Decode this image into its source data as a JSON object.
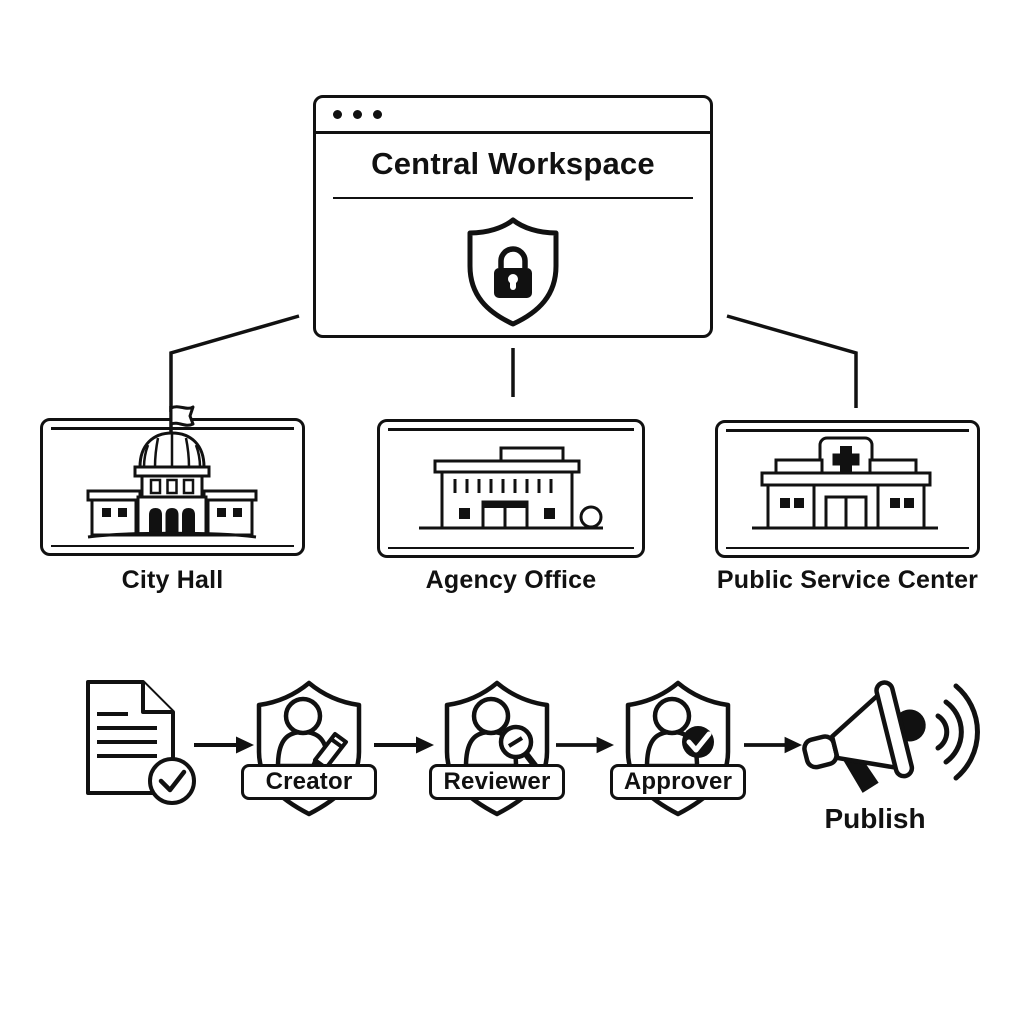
{
  "palette": {
    "ink": "#111111",
    "background": "#ffffff"
  },
  "workspace_window": {
    "title": "Central Workspace",
    "dots": 3,
    "icon": "shield-lock-icon"
  },
  "branches": [
    {
      "label": "City Hall",
      "icon": "city-hall-building-icon"
    },
    {
      "label": "Agency Office",
      "icon": "agency-office-building-icon"
    },
    {
      "label": "Public Service Center",
      "icon": "public-service-center-building-icon"
    }
  ],
  "workflow": {
    "document_icon": "document-check-icon",
    "arrow_icon": "arrow-right-icon",
    "roles": [
      {
        "label": "Creator",
        "icon": "person-pencil-badge-icon"
      },
      {
        "label": "Reviewer",
        "icon": "person-magnifier-badge-icon"
      },
      {
        "label": "Approver",
        "icon": "person-check-badge-icon"
      }
    ],
    "publish": {
      "label": "Publish",
      "icon": "megaphone-icon"
    }
  }
}
